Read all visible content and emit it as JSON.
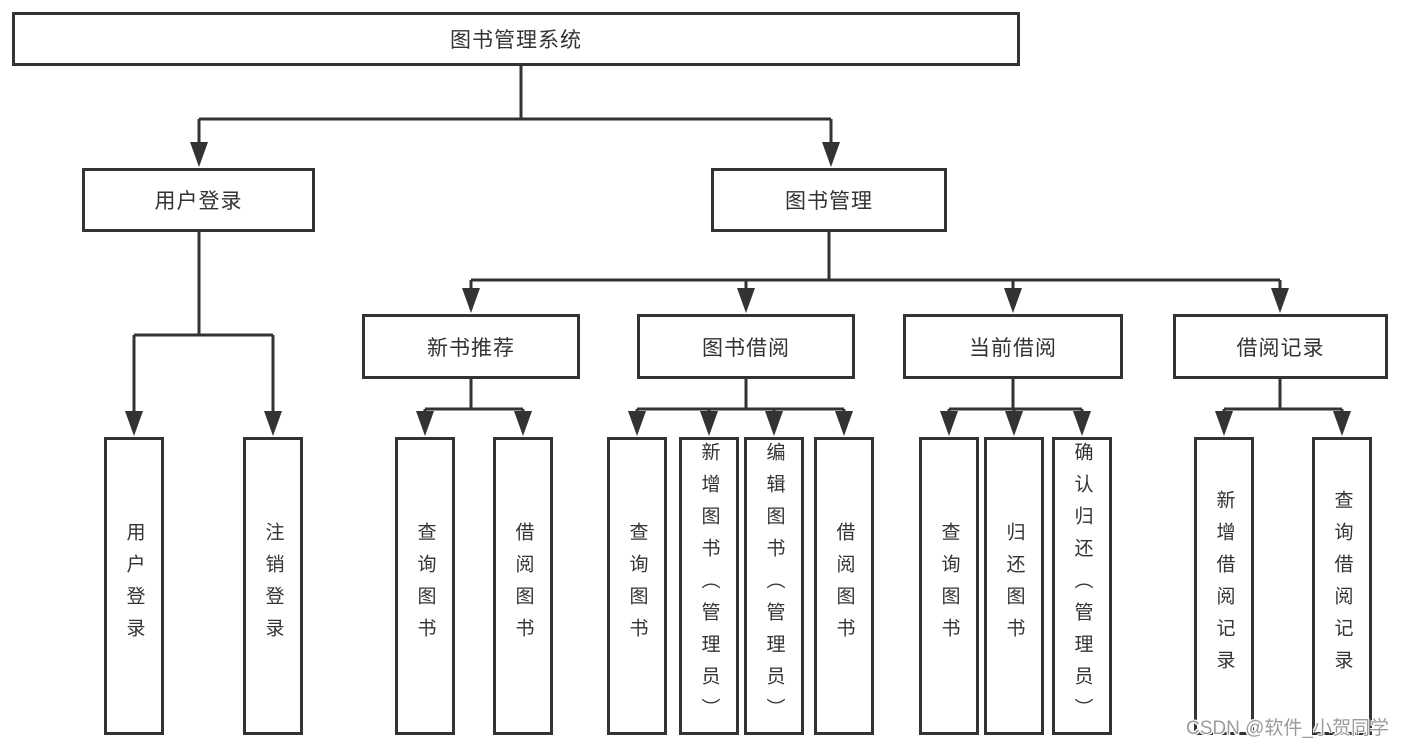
{
  "diagram_title": "图书管理系统",
  "tree": {
    "label": "图书管理系统",
    "children": [
      {
        "label": "用户登录",
        "children": [
          {
            "label": "用户登录"
          },
          {
            "label": "注销登录"
          }
        ]
      },
      {
        "label": "图书管理",
        "children": [
          {
            "label": "新书推荐",
            "children": [
              {
                "label": "查询图书"
              },
              {
                "label": "借阅图书"
              }
            ]
          },
          {
            "label": "图书借阅",
            "children": [
              {
                "label": "查询图书"
              },
              {
                "label": "新增图书（管理员）"
              },
              {
                "label": "编辑图书（管理员）"
              },
              {
                "label": "借阅图书"
              }
            ]
          },
          {
            "label": "当前借阅",
            "children": [
              {
                "label": "查询图书"
              },
              {
                "label": "归还图书"
              },
              {
                "label": "确认归还（管理员）"
              }
            ]
          },
          {
            "label": "借阅记录",
            "children": [
              {
                "label": "新增借阅记录"
              },
              {
                "label": "查询借阅记录"
              }
            ]
          }
        ]
      }
    ]
  },
  "watermark": "CSDN @软件_小贺同学",
  "colors": {
    "line": "#333333",
    "box_border": "#333333",
    "text": "#333333",
    "watermark_text": "#9c9c9c",
    "background": "#ffffff"
  }
}
